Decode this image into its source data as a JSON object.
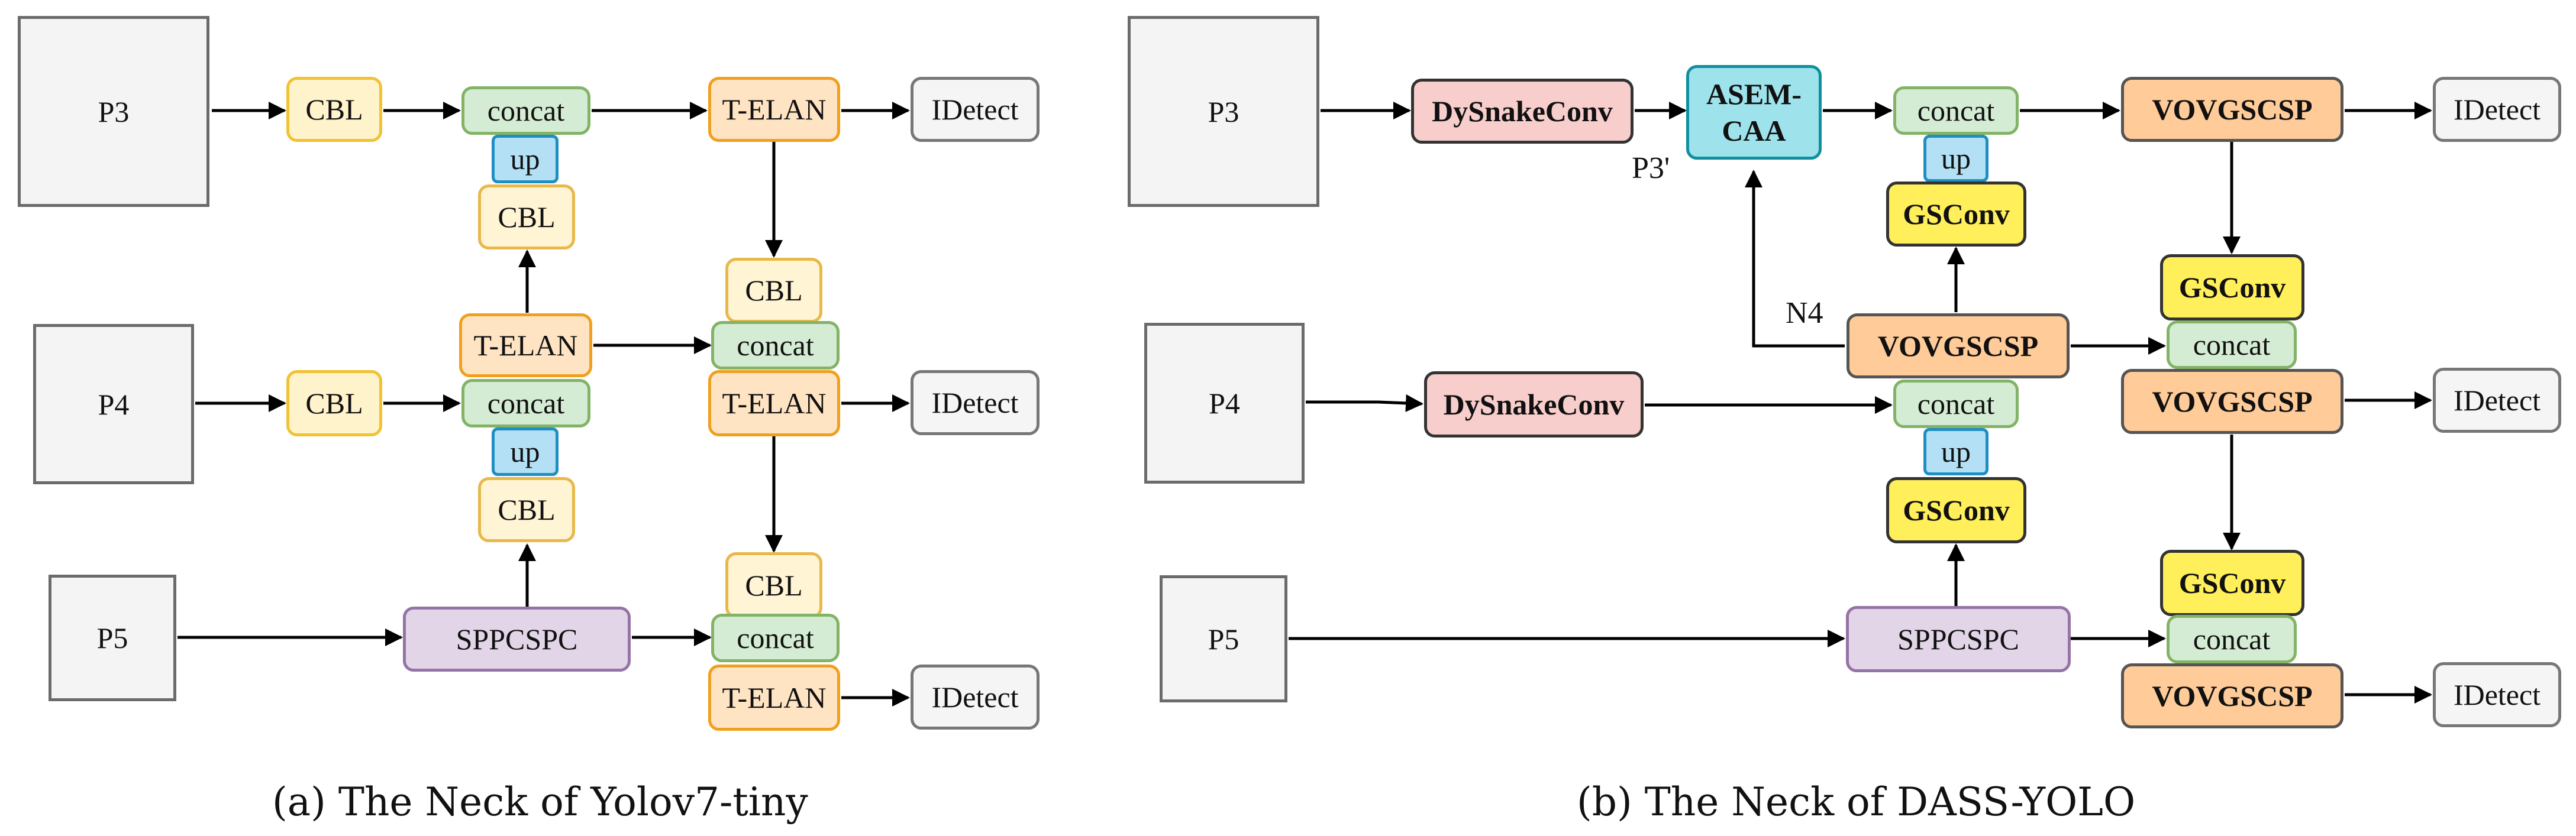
{
  "diagram_a": {
    "caption": "(a) The Neck of Yolov7-tiny",
    "p3": "P3",
    "p4": "P4",
    "p5": "P5",
    "cbl": "CBL",
    "concat": "concat",
    "up": "up",
    "telan": "T-ELAN",
    "sppcspc": "SPPCSPC",
    "idetect": "IDetect"
  },
  "diagram_b": {
    "caption": "(b) The Neck of DASS-YOLO",
    "p3": "P3",
    "p4": "P4",
    "p5": "P5",
    "dysnakeconv": "DySnakeConv",
    "asem_caa": "ASEM-\nCAA",
    "p3_prime": "P3'",
    "n4": "N4",
    "concat": "concat",
    "up": "up",
    "gsconv": "GSConv",
    "vovgscsp": "VOVGSCSP",
    "sppcspc": "SPPCSPC",
    "idetect": "IDetect"
  },
  "colors": {
    "input_fill": "#f4f4f4",
    "cbl_fill": "#fff3cc",
    "concat_fill": "#d5ecd4",
    "up_fill": "#b3e0f4",
    "telan_fill": "#ffe4c4",
    "detect_fill": "#f5f5f5",
    "spp_fill": "#e1d5e7",
    "dysnake_fill": "#f8cecc",
    "asem_fill": "#9ee2eb",
    "gsconv_fill": "#ffef5a",
    "vov_fill": "#ffcc99"
  }
}
